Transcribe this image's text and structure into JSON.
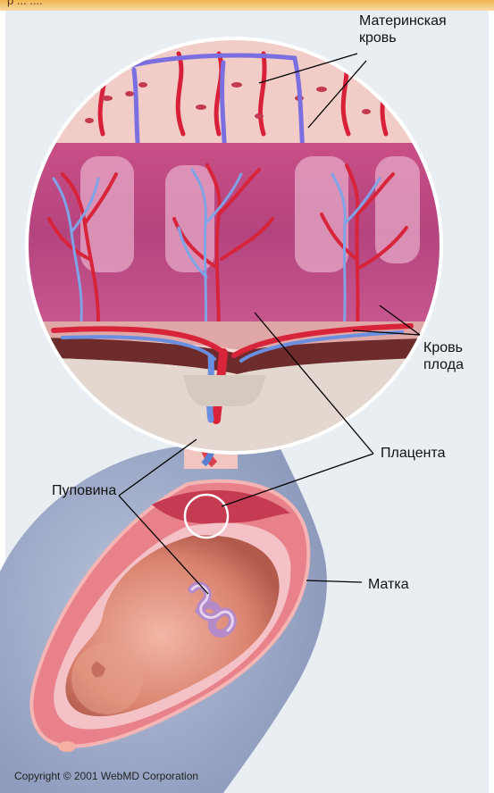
{
  "header_fragment": "р ... ....",
  "labels": {
    "maternal_blood": [
      "Материнская",
      "кровь"
    ],
    "fetal_blood": [
      "Кровь",
      "плода"
    ],
    "placenta": "Плацента",
    "umbilical_cord": "Пуповина",
    "uterus": "Матка"
  },
  "copyright": "Copyright © 2001 WebMD Corporation"
}
